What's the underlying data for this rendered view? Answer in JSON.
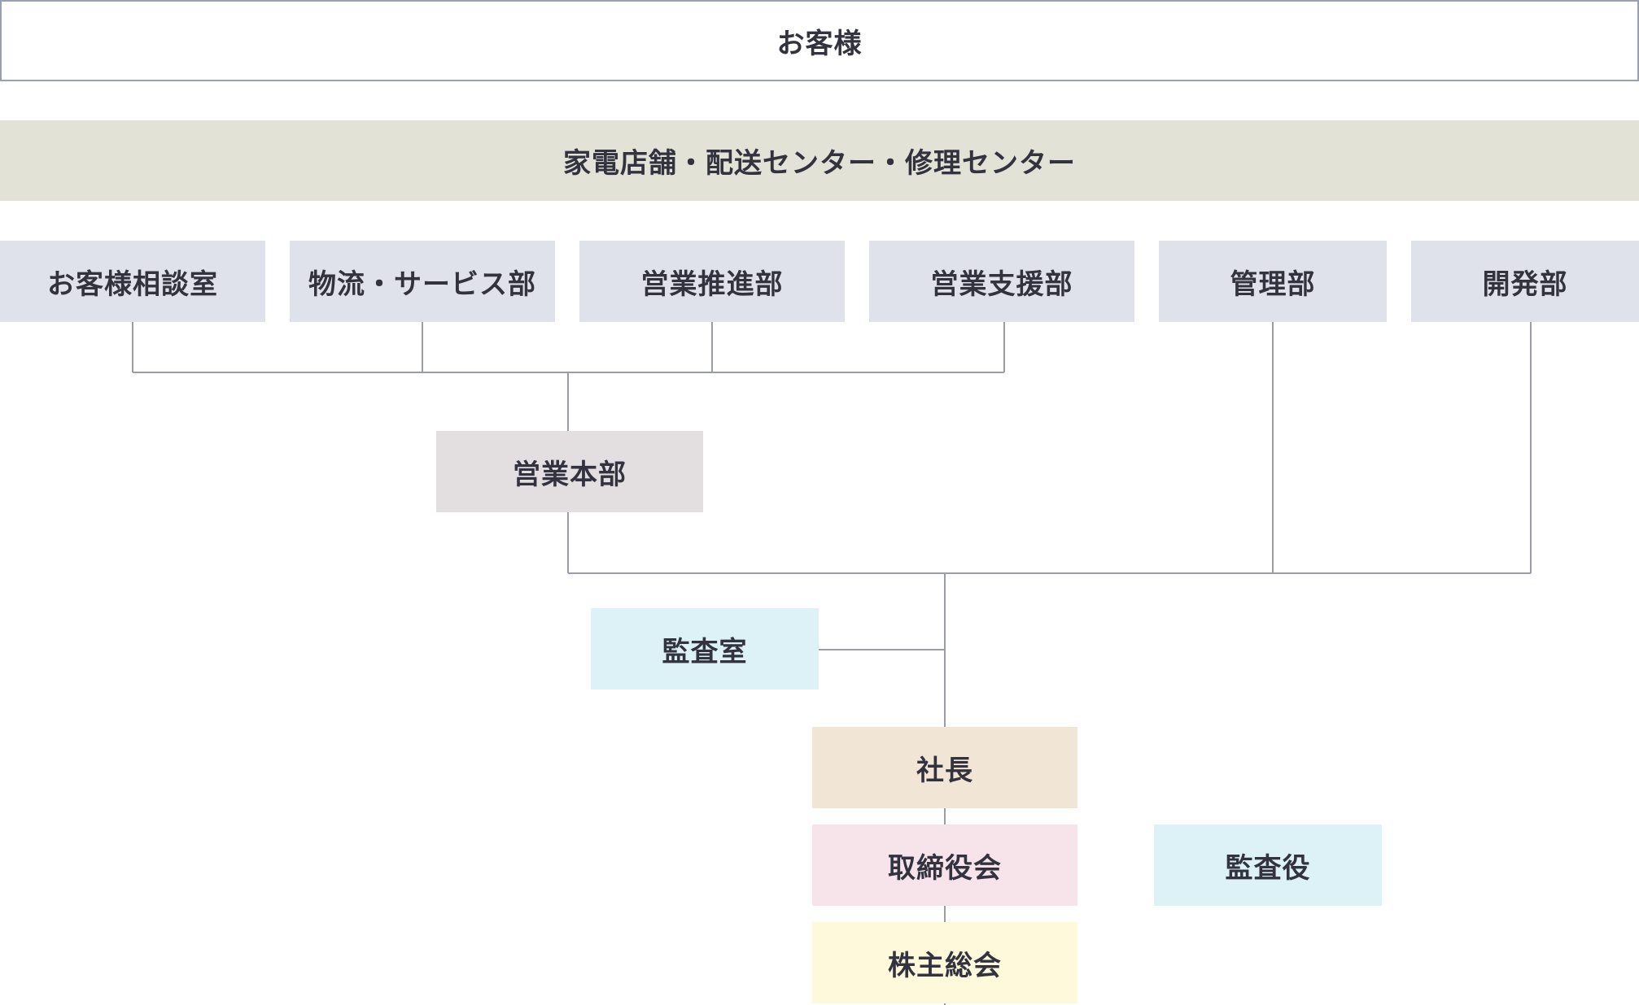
{
  "chart": {
    "customer": "お客様",
    "stores": "家電店舗・配送センター・修理センター",
    "departments": [
      "お客様相談室",
      "物流・サービス部",
      "営業推進部",
      "営業支援部",
      "管理部",
      "開発部"
    ],
    "sales_hq": "営業本部",
    "audit_room": "監査室",
    "president": "社長",
    "board": "取締役会",
    "auditor": "監査役",
    "shareholders": "株主総会"
  },
  "colors": {
    "customer_bg": "#ffffff",
    "stores_bg": "#e2e2d6",
    "department_bg": "#dfe2ea",
    "sales_hq_bg": "#e3dfe1",
    "audit_bg": "#dcf2f6",
    "president_bg": "#f1e6d6",
    "board_bg": "#f6e4ea",
    "shareholders_bg": "#fdf9da",
    "line": "#9a9ca8",
    "text": "#33333f"
  }
}
